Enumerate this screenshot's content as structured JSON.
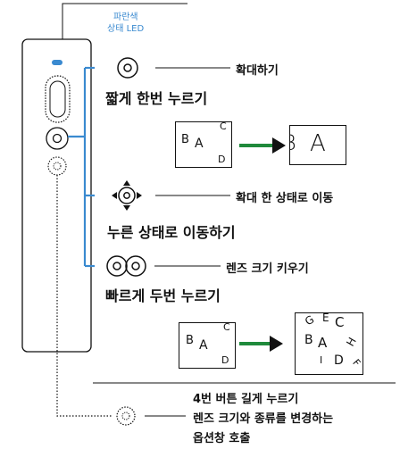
{
  "led": {
    "name": "파란색",
    "label": "상태 LED"
  },
  "rows": {
    "short_press": {
      "action": "확대하기",
      "title": "짧게 한번 누르기"
    },
    "move": {
      "action": "확대 한 상태로 이동",
      "title": "누른 상태로 이동하기"
    },
    "double_press": {
      "action": "렌즈 크기 키우기",
      "title": "빠르게 두번 누르기"
    },
    "long_press": {
      "title": "4번 버튼 길게 누르기",
      "line2": "렌즈 크기와 종류를 변경하는",
      "line3": "옵션창 호출"
    }
  },
  "inset1": {
    "before": [
      "B",
      "A",
      "C",
      "D"
    ],
    "after": "A",
    "after_partial": "B"
  },
  "inset2": {
    "before": [
      "B",
      "A",
      "C",
      "D"
    ],
    "after": [
      "G",
      "E",
      "C",
      "B",
      "A",
      "H",
      "I",
      "D",
      "F"
    ]
  },
  "colors": {
    "blue": "#3a8ad0",
    "arrow": "#1f8a3b",
    "ink": "#111111"
  }
}
